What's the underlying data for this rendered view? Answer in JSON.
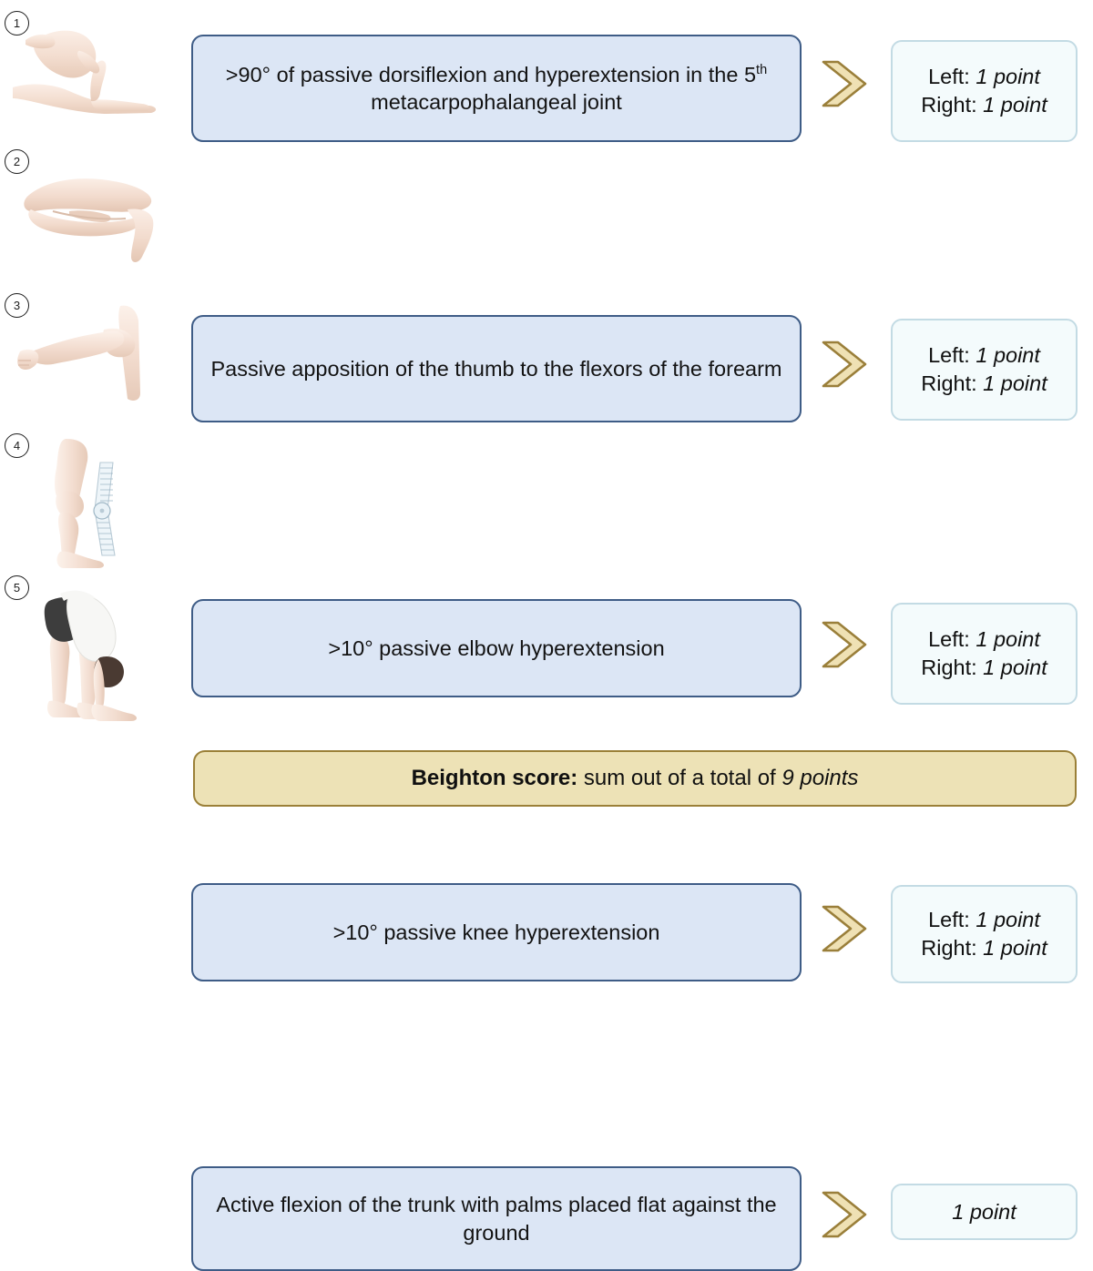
{
  "title": "Beighton score criteria",
  "rows": [
    {
      "number": "1",
      "illustration": "hand-fifth-finger-dorsiflexion-illustration",
      "criterion_pre": ">90° of passive dorsiflexion and hyperextension in the 5",
      "criterion_sup": "th",
      "criterion_post": " metacarpophalangeal joint",
      "criterion_text": ">90° of passive dorsiflexion and hyperextension in the 5th metacarpophalangeal joint",
      "score_lines": [
        {
          "label": "Left:",
          "value": "1 point"
        },
        {
          "label": "Right:",
          "value": "1 point"
        }
      ]
    },
    {
      "number": "2",
      "illustration": "thumb-to-forearm-apposition-illustration",
      "criterion_text": "Passive apposition of the thumb to the flexors of the forearm",
      "score_lines": [
        {
          "label": "Left:",
          "value": "1 point"
        },
        {
          "label": "Right:",
          "value": "1 point"
        }
      ]
    },
    {
      "number": "3",
      "illustration": "elbow-hyperextension-illustration",
      "criterion_text": ">10° passive elbow hyperextension",
      "score_lines": [
        {
          "label": "Left:",
          "value": "1 point"
        },
        {
          "label": "Right:",
          "value": "1 point"
        }
      ]
    },
    {
      "number": "4",
      "illustration": "knee-hyperextension-goniometer-illustration",
      "criterion_text": ">10° passive knee hyperextension",
      "score_lines": [
        {
          "label": "Left:",
          "value": "1 point"
        },
        {
          "label": "Right:",
          "value": "1 point"
        }
      ]
    },
    {
      "number": "5",
      "illustration": "trunk-forward-flexion-illustration",
      "criterion_text": "Active flexion of the trunk with palms placed flat against the ground",
      "score_lines": [
        {
          "label": "",
          "value": "1 point"
        }
      ]
    }
  ],
  "total": {
    "label": "Beighton score:",
    "middle": " sum out of a total of ",
    "value": "9 points"
  },
  "icons": {
    "chevron": "chevron-right-icon"
  },
  "colors": {
    "criterion_fill": "#dce6f5",
    "criterion_border": "#3e5c86",
    "score_fill": "#f4fbfc",
    "score_border": "#c3dbe4",
    "total_fill": "#ede2b6",
    "total_border": "#9b8038",
    "chevron_fill": "#efe1b4",
    "chevron_border": "#9a7f3a",
    "skin": "#f3dfd3"
  }
}
